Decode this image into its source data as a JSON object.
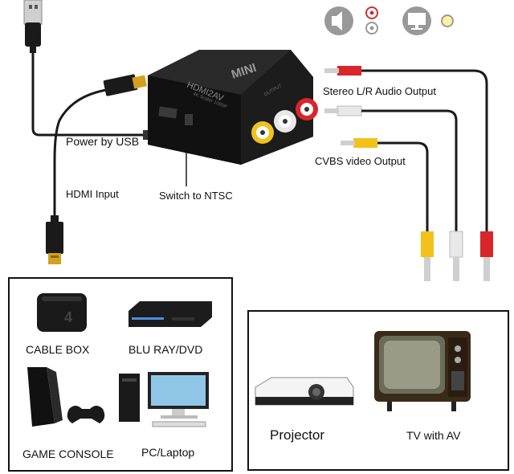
{
  "device": {
    "brand": "MINI",
    "model": "HDMI2AV",
    "subtitle": "4K Scaler 1080P",
    "port_output": "OUTPUT"
  },
  "labels": {
    "power": "Power by USB",
    "hdmi_input": "HDMI Input",
    "switch": "Switch to NTSC",
    "audio_output": "Stereo L/R Audio Output",
    "video_output": "CVBS video Output"
  },
  "sources": {
    "cable_box": "CABLE BOX",
    "bluray": "BLU RAY/DVD",
    "game_console": "GAME CONSOLE",
    "pc": "PC/Laptop"
  },
  "displays": {
    "projector": "Projector",
    "tv": "TV with AV"
  },
  "colors": {
    "cable": "#1a1a1a",
    "rca_red": "#d9262a",
    "rca_white": "#e8e8e8",
    "rca_yellow": "#f2c21b",
    "gold": "#d4a11e"
  }
}
